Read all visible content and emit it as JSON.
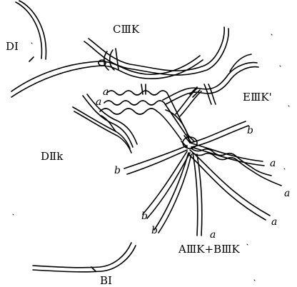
{
  "labels": {
    "D1": "DI",
    "C3K": "CⅢK",
    "E3K": "EⅢK'",
    "D2K": "DⅡk",
    "A3K_B2K": "AⅢK+BⅢK",
    "B1": "BI",
    "strand_a": "a",
    "strand_b": "b"
  },
  "colors": {
    "ink": "#000000",
    "background": "#ffffff"
  }
}
